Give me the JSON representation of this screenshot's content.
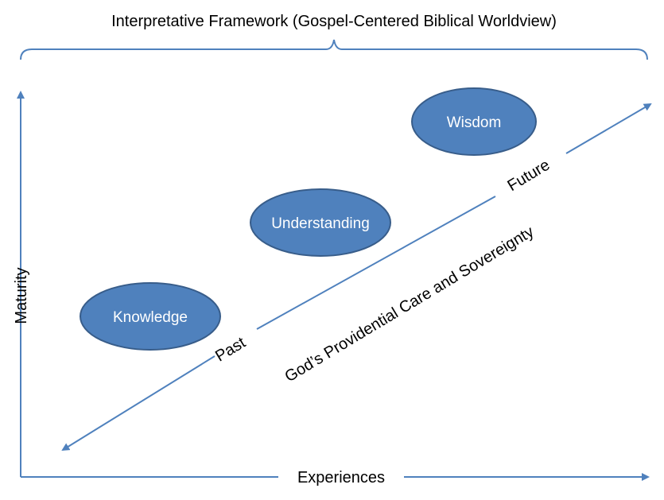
{
  "header": {
    "title": "Interpretative Framework (Gospel-Centered Biblical Worldview)"
  },
  "axes": {
    "y_label": "Maturity",
    "x_label": "Experiences"
  },
  "nodes": [
    {
      "label": "Knowledge"
    },
    {
      "label": "Understanding"
    },
    {
      "label": "Wisdom"
    }
  ],
  "timeline": {
    "start_label": "Past",
    "end_label": "Future",
    "caption": "God’s Providential Care and Sovereignty"
  },
  "colors": {
    "accent": "#4F81BD",
    "node_fill": "#4F81BD",
    "node_stroke": "#385D8A",
    "text": "#000000",
    "node_text": "#FFFFFF"
  }
}
